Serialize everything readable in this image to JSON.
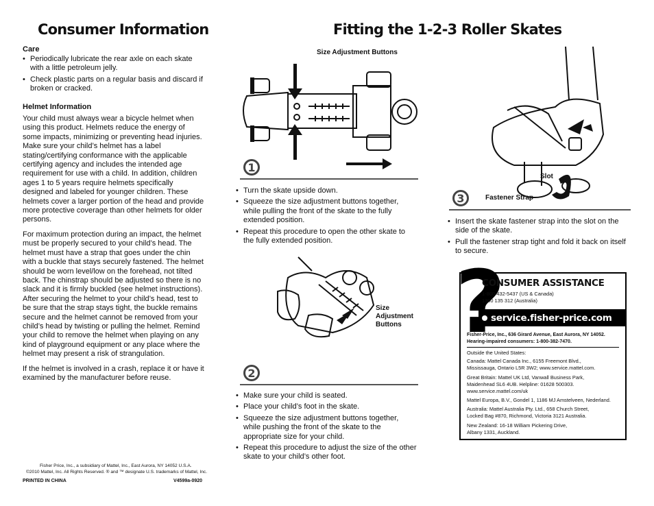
{
  "left": {
    "title": "Consumer Information",
    "care_heading": "Care",
    "care_items": [
      "Periodically lubricate the rear axle on each skate with a little petroleum jelly.",
      "Check plastic parts on a regular basis and discard if broken or cracked."
    ],
    "helmet_heading": "Helmet Information",
    "helmet_paragraphs": [
      "Your child must always wear a bicycle helmet when using this product. Helmets reduce the energy of some impacts, minimizing or preventing head injuries. Make sure your child’s helmet has a label stating/certifying conformance with the applicable certifying agency and includes the intended age requirement for use with a child. In addition, children ages 1 to 5 years require helmets specifically designed and labeled for younger children. These helmets cover a larger portion of the head and provide more protective coverage than other helmets for older persons.",
      "For maximum protection during an impact, the helmet must be properly secured to your child’s head. The helmet must have a strap that goes under the chin with a buckle that stays securely fastened. The helmet should be worn level/low on the forehead, not tilted back. The chinstrap should be adjusted so there is no slack and it is firmly buckled (see helmet instructions). After securing the helmet to your child’s head, test to be sure that the strap stays tight, the buckle remains secure and the helmet cannot be removed from your child’s head by twisting or pulling the helmet. Remind your child to remove the helmet when playing on any kind of playground equipment or any place where the helmet may present a risk of strangulation.",
      "If the helmet is involved in a crash, replace it or have it examined by the manufacturer before reuse."
    ],
    "footer_line1": "Fisher Price, Inc., a subsidiary of Mattel, Inc., East Aurora, NY 14052 U.S.A.",
    "footer_line2": "©2010 Mattel, Inc. All Rights Reserved. ® and ™ designate U.S. trademarks of Mattel, Inc.",
    "printed": "PRINTED IN CHINA",
    "code": "V4599a-0920"
  },
  "middle": {
    "title": "Fitting the 1-2-3 Roller Skates",
    "step1": {
      "number": "1",
      "label": "Size Adjustment Buttons",
      "items": [
        "Turn the skate upside down.",
        "Squeeze the size adjustment buttons together, while pulling the front of the skate to the fully extended position.",
        "Repeat this procedure to open the other skate to the fully extended position."
      ]
    },
    "step2": {
      "number": "2",
      "label_lines": [
        "Size",
        "Adjustment",
        "Buttons"
      ],
      "items": [
        "Make sure your child is seated.",
        "Place your child’s foot in the skate.",
        "Squeeze the size adjustment buttons together, while pushing the front of the skate to the appropriate size for your child.",
        "Repeat this procedure to adjust the size of the other skate to your child’s other foot."
      ]
    }
  },
  "right": {
    "step3": {
      "number": "3",
      "slot_label": "Slot",
      "strap_label": "Fastener Strap",
      "items": [
        "Insert the skate fastener strap into the slot on the side of the skate.",
        "Pull the fastener strap tight and fold it back on itself to secure."
      ]
    },
    "assistance": {
      "mark": "?",
      "heading": "CONSUMER ASSISTANCE",
      "phone1": "1-800-432-5437 (US & Canada)",
      "phone2": "1300 135 312 (Australia)",
      "website": "service.fisher-price.com",
      "hq_line1": "Fisher-Price, Inc., 636 Girard Avenue, East Aurora, NY 14052.",
      "hq_line2": "Hearing-impaired consumers: 1-800-382-7470.",
      "outside": "Outside the United States:",
      "canada": [
        "Canada: Mattel Canada Inc., 6155 Freemont Blvd.,",
        "Mississauga, Ontario L5R 3W2; www.service.mattel.com."
      ],
      "gb": [
        "Great Britain: Mattel UK Ltd, Vanwall Business Park,",
        "Maidenhead SL6 4UB. Helpline: 01628 500303.",
        "www.service.mattel.com/uk"
      ],
      "europa": "Mattel Europa, B.V., Gondel 1, 1186 MJ Amstelveen, Nederland.",
      "australia": [
        "Australia: Mattel Australia Pty. Ltd., 658 Church Street,",
        "Locked Bag #870, Richmond, Victoria 3121 Australia."
      ],
      "nz": [
        "New Zealand: 16-18 William Pickering Drive,",
        "Albany 1331, Auckland."
      ]
    }
  }
}
